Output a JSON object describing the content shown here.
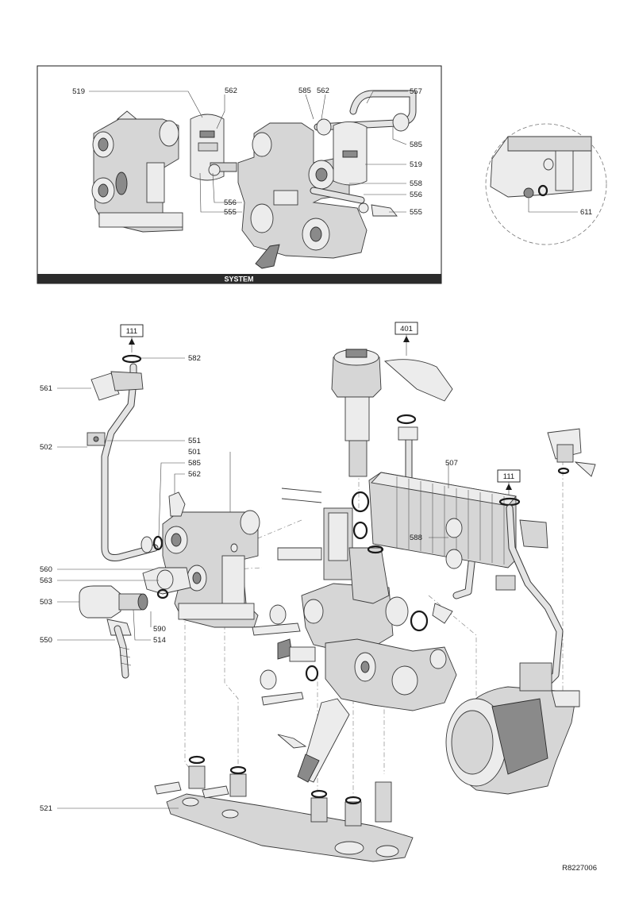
{
  "figure": {
    "system_title": "SYSTEM",
    "drawing_ref": "R8227006"
  },
  "inset_labels": {
    "l519a": "519",
    "l562a": "562",
    "l585a": "585",
    "l562b": "562",
    "l557": "557",
    "l585b": "585",
    "l519b": "519",
    "l558": "558",
    "l556a": "556",
    "l556b": "556",
    "l555a": "555",
    "l555b": "555"
  },
  "detail_labels": {
    "l611": "611"
  },
  "main_labels": {
    "l582": "582",
    "l561": "561",
    "l502": "502",
    "l551": "551",
    "l501": "501",
    "l585": "585",
    "l562": "562",
    "l560": "560",
    "l563": "563",
    "l503": "503",
    "l590": "590",
    "l514": "514",
    "l550": "550",
    "l521": "521",
    "l507": "507",
    "l588": "588"
  },
  "ref_boxes": {
    "r111a": "111",
    "r401": "401",
    "r111b": "111"
  },
  "colors": {
    "line": "#1a1a1a",
    "part_fill": "#d6d6d6",
    "bar": "#2b2b2b"
  }
}
